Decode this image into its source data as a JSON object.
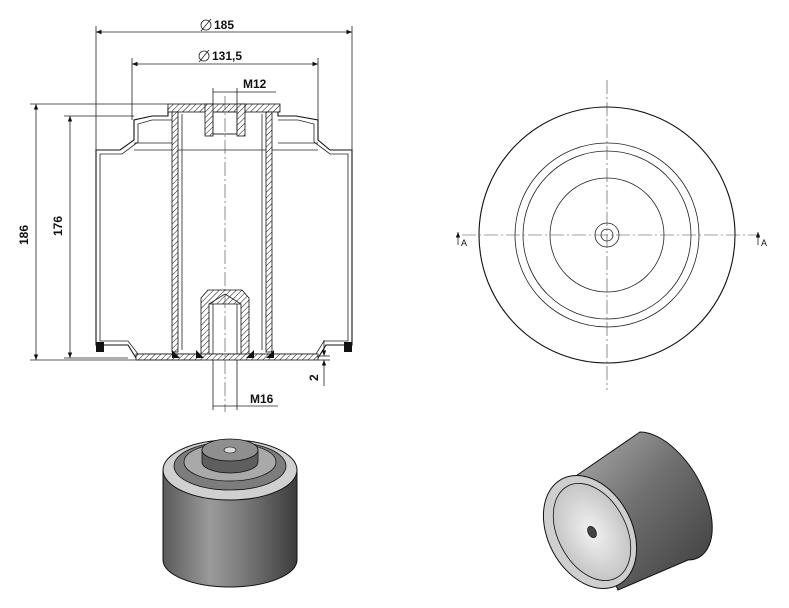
{
  "section_view": {
    "dims": {
      "outer_diameter": "185",
      "inner_diameter": "131,5",
      "top_thread": "M12",
      "bottom_thread": "M16",
      "overall_height": "186",
      "body_height": "176",
      "bottom_offset": "2"
    }
  },
  "top_view": {
    "section_marker_left": "A",
    "section_marker_right": "A"
  },
  "colors": {
    "line": "#111111",
    "shade_dark": "#4a4a4a",
    "shade_mid": "#8a8a8a",
    "shade_light": "#d6d6d6"
  }
}
